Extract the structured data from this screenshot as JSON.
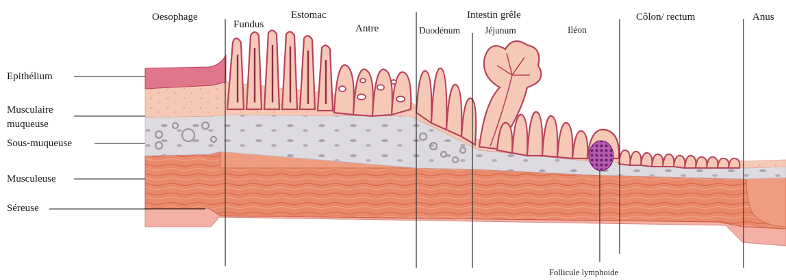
{
  "diagram": {
    "regions": {
      "oesophage": "Oesophage",
      "fundus": "Fundus",
      "estomac": "Estomac",
      "antre": "Antre",
      "duodenum": "Duodénum",
      "intestin_grele": "Intestin grêle",
      "jejunum": "Jéjunum",
      "ileon": "Iléon",
      "colon_rectum": "Côlon/ rectum",
      "anus": "Anus"
    },
    "layers": {
      "epithelium": "Epithélium",
      "musculaire_line1": "Musculaire",
      "musculaire_line2": "muqueuse",
      "sous_muqueuse": "Sous-muqueuse",
      "musculeuse": "Musculeuse",
      "sereuse": "Séreuse"
    },
    "follicule": "Follicule lymphoide",
    "colors": {
      "epithelium": "#e0768a",
      "epithelium_dark": "#b8425c",
      "mucosa": "#f6c9b6",
      "submucosa": "#dedbe0",
      "muscle": "#ea8a6c",
      "muscle_dark": "#d8694c",
      "serosa": "#f4b0a5",
      "lymph": "#8a2f86"
    }
  }
}
